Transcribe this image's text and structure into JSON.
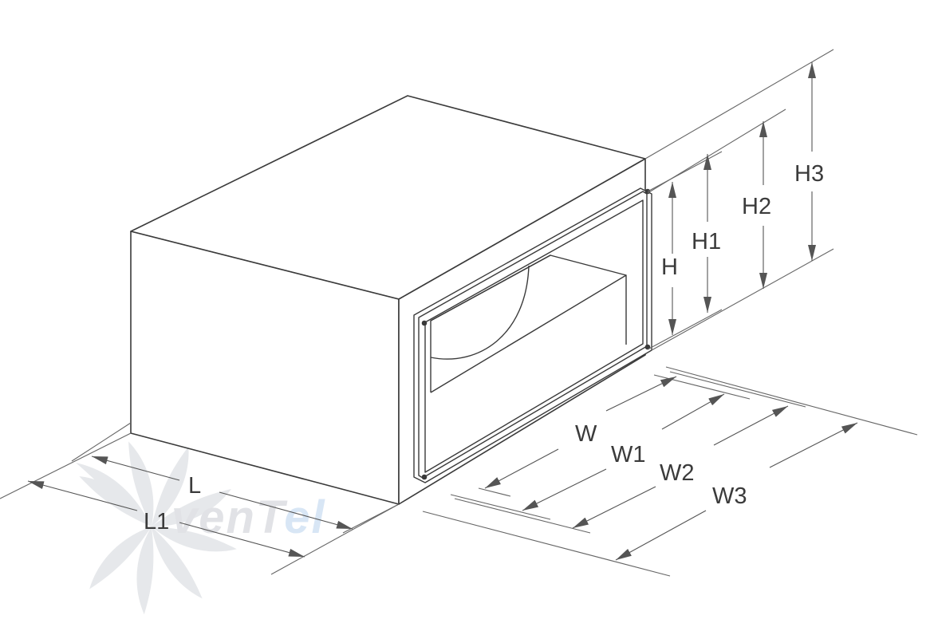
{
  "watermark": {
    "text_main": "venT",
    "text_accent": "el",
    "main_color": "#c9ccd2",
    "accent_color": "#b9d3ee"
  },
  "labels": {
    "H": "H",
    "H1": "H1",
    "H2": "H2",
    "H3": "H3",
    "W": "W",
    "W1": "W1",
    "W2": "W2",
    "W3": "W3",
    "L": "L",
    "L1": "L1"
  },
  "colors": {
    "line": "#3a3a3a",
    "dim_line": "#555555",
    "text": "#3b3b3b",
    "fill": "#ffffff"
  }
}
